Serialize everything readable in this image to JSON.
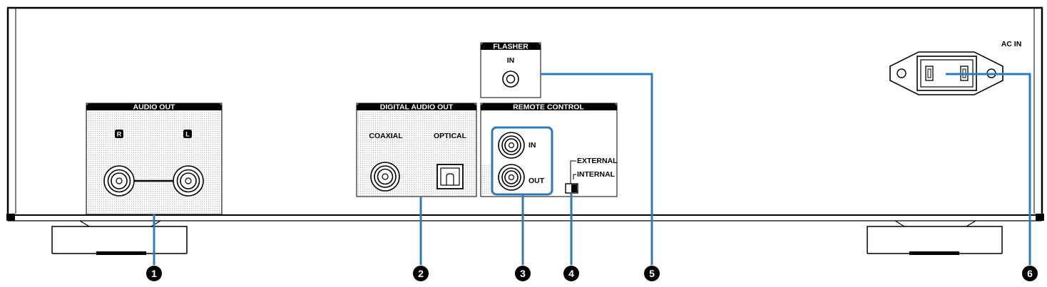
{
  "panel": {
    "audio_out": {
      "header": "AUDIO OUT",
      "right_mark": "R",
      "left_mark": "L"
    },
    "digital_audio_out": {
      "header": "DIGITAL AUDIO OUT",
      "coaxial": "COAXIAL",
      "optical": "OPTICAL"
    },
    "remote_control": {
      "header": "REMOTE CONTROL",
      "in": "IN",
      "out": "OUT",
      "external": "EXTERNAL",
      "internal": "INTERNAL"
    },
    "flasher": {
      "header": "FLASHER",
      "in": "IN"
    },
    "ac_in": {
      "label": "AC IN"
    }
  },
  "callouts": [
    "1",
    "2",
    "3",
    "4",
    "5",
    "6"
  ],
  "colors": {
    "callout_line": "#2f79b8",
    "panel_outline": "#000000",
    "dot_fill": "#d6d6d6"
  }
}
